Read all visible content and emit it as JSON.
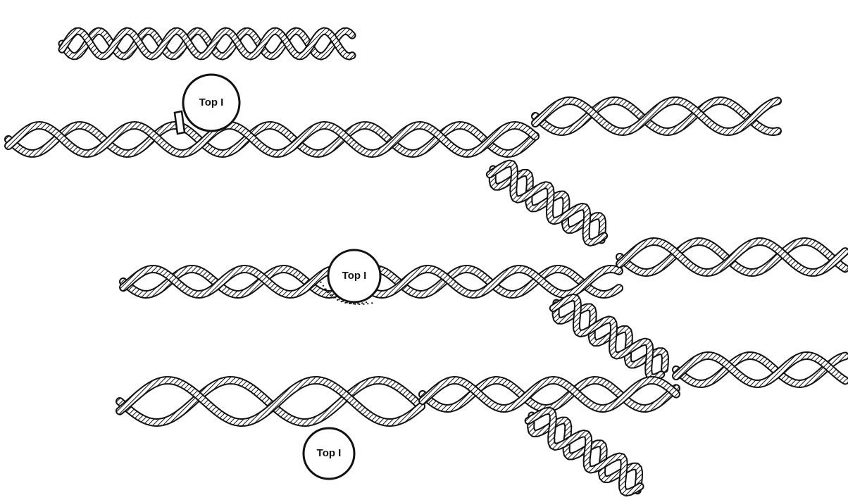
{
  "enzyme_label": "Top I",
  "colors": {
    "ink": "#111111",
    "background": "#ffffff"
  },
  "panels": [
    {
      "name": "relaxed-dna",
      "has_enzyme": false
    },
    {
      "name": "enzyme-nicks-strand",
      "has_enzyme": true
    },
    {
      "name": "strand-passage",
      "has_enzyme": true
    },
    {
      "name": "enzyme-released",
      "has_enzyme": true
    }
  ]
}
